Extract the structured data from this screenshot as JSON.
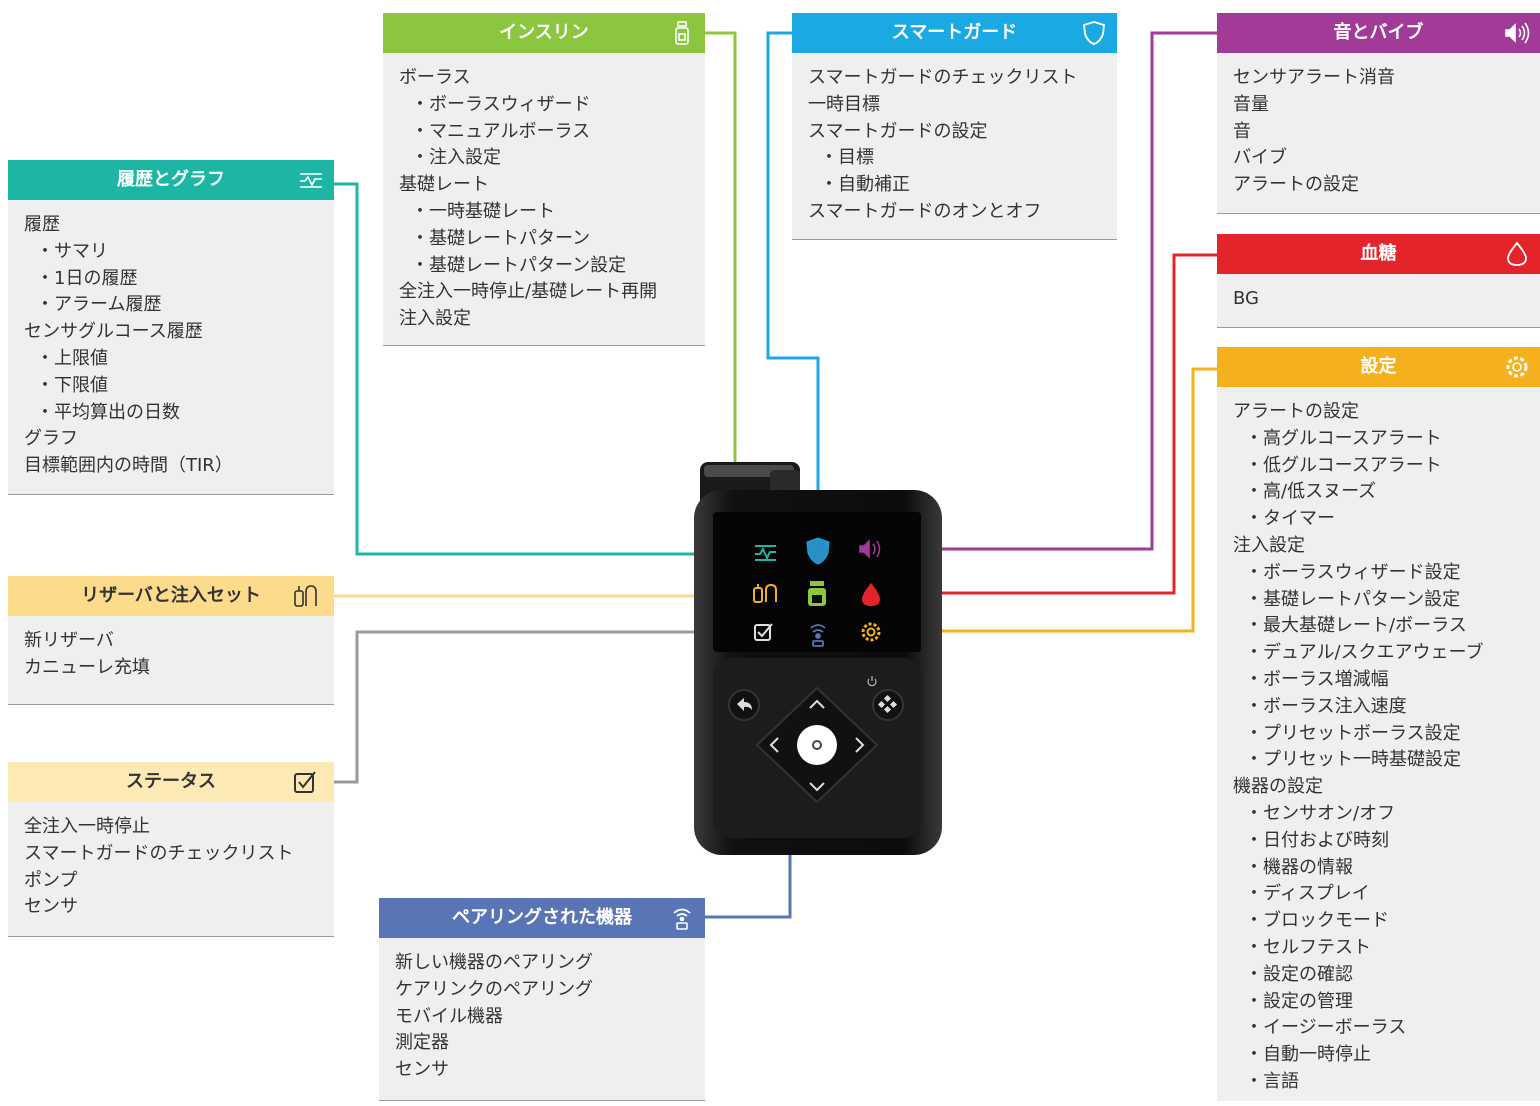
{
  "colors": {
    "history": "#1db6a4",
    "insulin": "#8cc63f",
    "smartguard": "#1aa9e3",
    "sound": "#a23b97",
    "bg": "#e3242b",
    "settings": "#f5b11d",
    "reservoir": "#fddb8c",
    "status": "#fde9b3",
    "paired": "#5a75b5"
  },
  "panels": {
    "history": {
      "title": "履歴とグラフ",
      "icon": "graph-icon",
      "items": [
        {
          "text": "履歴",
          "sub": false
        },
        {
          "text": "サマリ",
          "sub": true
        },
        {
          "text": "1日の履歴",
          "sub": true
        },
        {
          "text": "アラーム履歴",
          "sub": true
        },
        {
          "text": "センサグルコース履歴",
          "sub": false
        },
        {
          "text": "上限値",
          "sub": true
        },
        {
          "text": "下限値",
          "sub": true
        },
        {
          "text": "平均算出の日数",
          "sub": true
        },
        {
          "text": "グラフ",
          "sub": false
        },
        {
          "text": "目標範囲内の時間（TIR）",
          "sub": false
        }
      ]
    },
    "insulin": {
      "title": "インスリン",
      "icon": "insulin-vial-icon",
      "items": [
        {
          "text": "ボーラス",
          "sub": false
        },
        {
          "text": "ボーラスウィザード",
          "sub": true
        },
        {
          "text": "マニュアルボーラス",
          "sub": true
        },
        {
          "text": "注入設定",
          "sub": true
        },
        {
          "text": "基礎レート",
          "sub": false
        },
        {
          "text": "一時基礎レート",
          "sub": true
        },
        {
          "text": "基礎レートパターン",
          "sub": true
        },
        {
          "text": "基礎レートパターン設定",
          "sub": true
        },
        {
          "text": "全注入一時停止/基礎レート再開",
          "sub": false
        },
        {
          "text": "注入設定",
          "sub": false
        }
      ]
    },
    "smartguard": {
      "title": "スマートガード",
      "icon": "shield-icon",
      "items": [
        {
          "text": "スマートガードのチェックリスト",
          "sub": false
        },
        {
          "text": "一時目標",
          "sub": false
        },
        {
          "text": "スマートガードの設定",
          "sub": false
        },
        {
          "text": "目標",
          "sub": true
        },
        {
          "text": "自動補正",
          "sub": true
        },
        {
          "text": "スマートガードのオンとオフ",
          "sub": false
        }
      ]
    },
    "sound": {
      "title": "音とバイブ",
      "icon": "speaker-icon",
      "items": [
        {
          "text": "センサアラート消音",
          "sub": false
        },
        {
          "text": "音量",
          "sub": false
        },
        {
          "text": "音",
          "sub": false
        },
        {
          "text": "バイブ",
          "sub": false
        },
        {
          "text": "アラートの設定",
          "sub": false
        }
      ]
    },
    "bg": {
      "title": "血糖",
      "icon": "blood-drop-icon",
      "items": [
        {
          "text": "BG",
          "sub": false
        }
      ]
    },
    "settings": {
      "title": "設定",
      "icon": "gear-icon",
      "items": [
        {
          "text": "アラートの設定",
          "sub": false
        },
        {
          "text": "高グルコースアラート",
          "sub": true
        },
        {
          "text": "低グルコースアラート",
          "sub": true
        },
        {
          "text": "高/低スヌーズ",
          "sub": true
        },
        {
          "text": "タイマー",
          "sub": true
        },
        {
          "text": "注入設定",
          "sub": false
        },
        {
          "text": "ボーラスウィザード設定",
          "sub": true
        },
        {
          "text": "基礎レートパターン設定",
          "sub": true
        },
        {
          "text": "最大基礎レート/ボーラス",
          "sub": true
        },
        {
          "text": "デュアル/スクエアウェーブ",
          "sub": true
        },
        {
          "text": "ボーラス増減幅",
          "sub": true
        },
        {
          "text": "ボーラス注入速度",
          "sub": true
        },
        {
          "text": "プリセットボーラス設定",
          "sub": true
        },
        {
          "text": "プリセット一時基礎設定",
          "sub": true
        },
        {
          "text": "機器の設定",
          "sub": false
        },
        {
          "text": "センサオン/オフ",
          "sub": true
        },
        {
          "text": "日付および時刻",
          "sub": true
        },
        {
          "text": "機器の情報",
          "sub": true
        },
        {
          "text": "ディスプレイ",
          "sub": true
        },
        {
          "text": "ブロックモード",
          "sub": true
        },
        {
          "text": "セルフテスト",
          "sub": true
        },
        {
          "text": "設定の確認",
          "sub": true
        },
        {
          "text": "設定の管理",
          "sub": true
        },
        {
          "text": "イージーボーラス",
          "sub": true
        },
        {
          "text": "自動一時停止",
          "sub": true
        },
        {
          "text": "言語",
          "sub": true
        }
      ]
    },
    "reservoir": {
      "title": "リザーバと注入セット",
      "icon": "reservoir-icon",
      "items": [
        {
          "text": "新リザーバ",
          "sub": false
        },
        {
          "text": "カニューレ充填",
          "sub": false
        }
      ]
    },
    "status": {
      "title": "ステータス",
      "icon": "checkbox-icon",
      "items": [
        {
          "text": "全注入一時停止",
          "sub": false
        },
        {
          "text": "スマートガードのチェックリスト",
          "sub": false
        },
        {
          "text": "ポンプ",
          "sub": false
        },
        {
          "text": "センサ",
          "sub": false
        }
      ]
    },
    "paired": {
      "title": "ペアリングされた機器",
      "icon": "wireless-icon",
      "items": [
        {
          "text": "新しい機器のペアリング",
          "sub": false
        },
        {
          "text": "ケアリンクのペアリング",
          "sub": false
        },
        {
          "text": "モバイル機器",
          "sub": false
        },
        {
          "text": "測定器",
          "sub": false
        },
        {
          "text": "センサ",
          "sub": false
        }
      ]
    }
  },
  "device": {
    "name": "insulin-pump",
    "menu_icons": [
      "graph-icon",
      "shield-icon",
      "speaker-icon",
      "reservoir-icon",
      "insulin-vial-icon",
      "blood-drop-icon",
      "checkbox-icon",
      "wireless-icon",
      "gear-icon"
    ],
    "nav_icons": [
      "back-icon",
      "up-icon",
      "left-icon",
      "select-icon",
      "right-icon",
      "down-icon",
      "menu-icon",
      "power-icon"
    ]
  }
}
